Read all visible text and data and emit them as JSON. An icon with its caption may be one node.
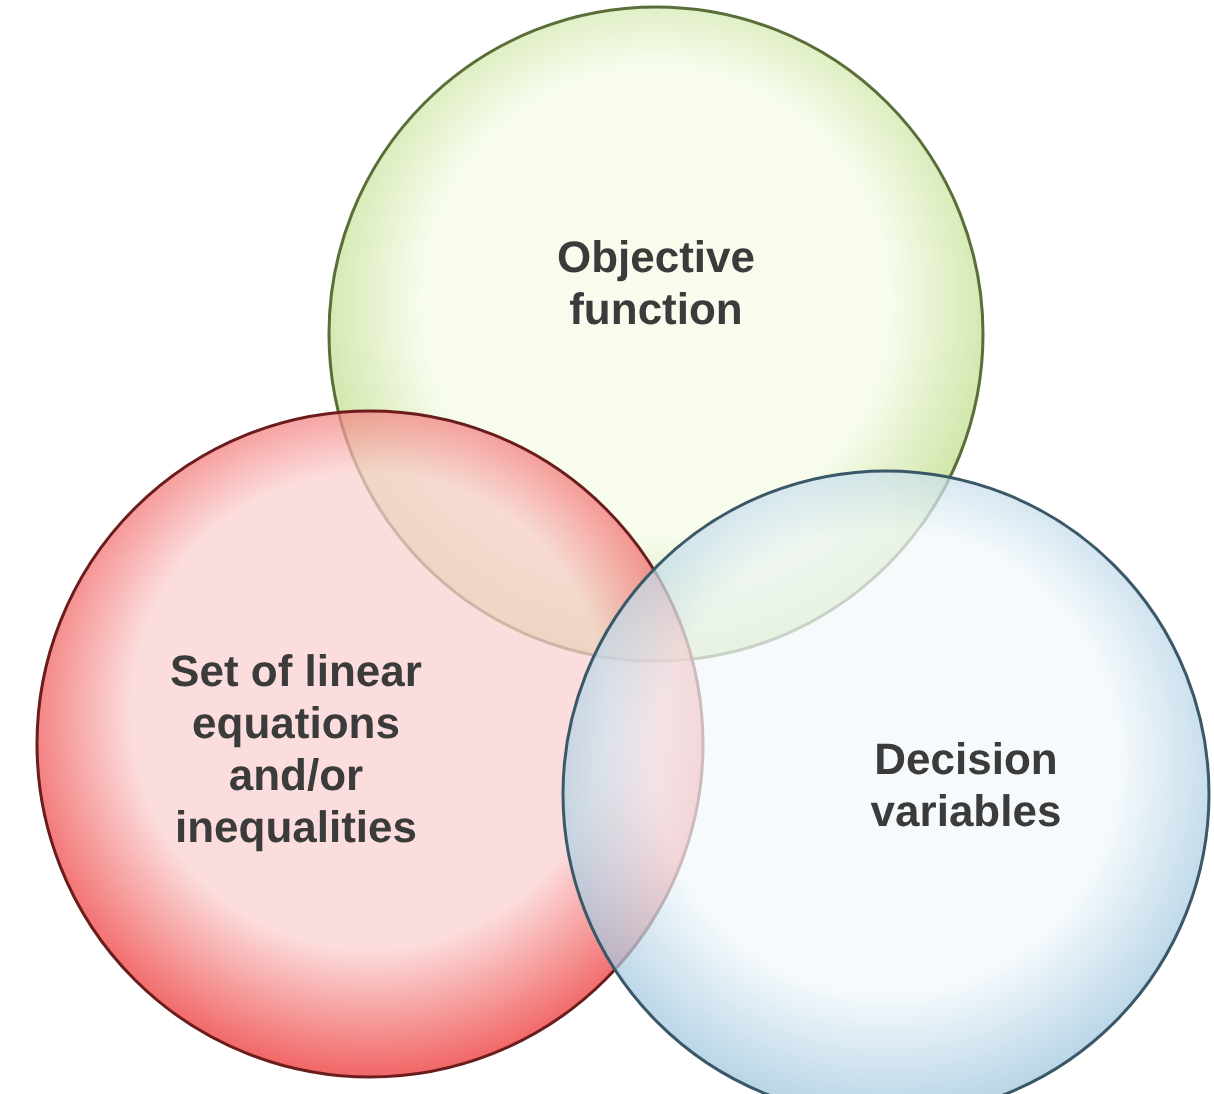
{
  "diagram": {
    "nodes": [
      {
        "text": [
          "Objective function"
        ]
      },
      {
        "text": [
          "Set of linear equations and/or inequalities"
        ]
      },
      {
        "text": [
          "Decision variables"
        ]
      }
    ]
  }
}
